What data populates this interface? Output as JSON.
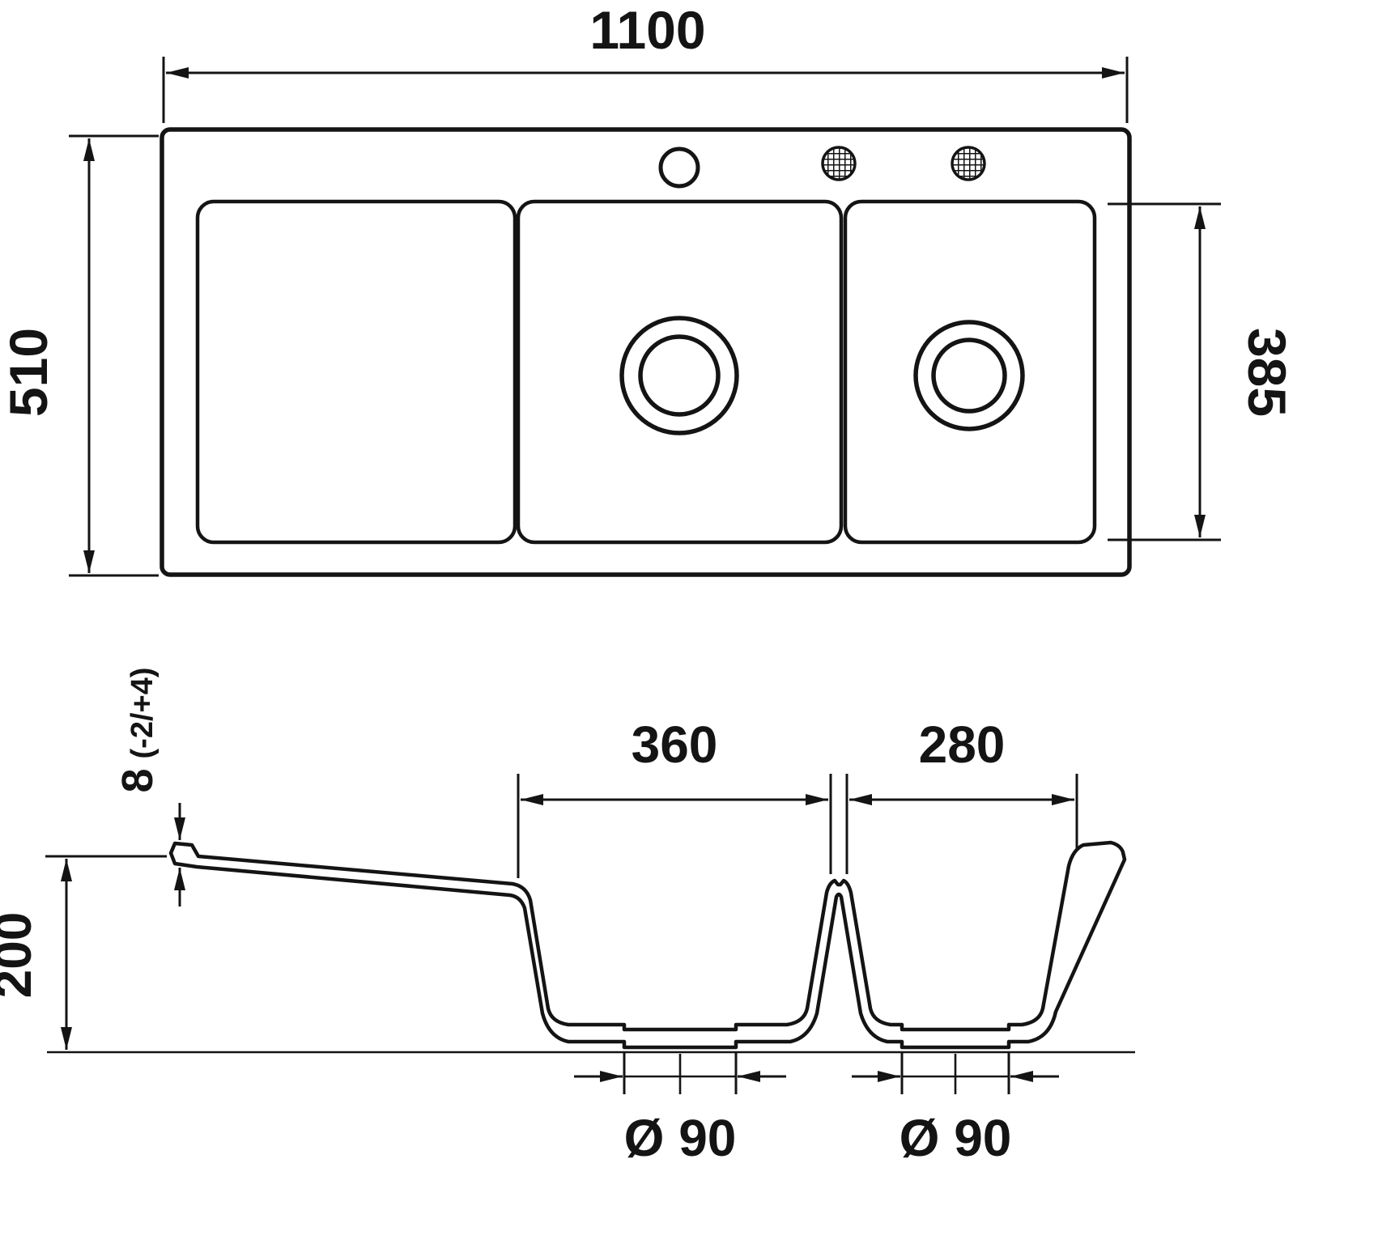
{
  "colors": {
    "ink": "#141414",
    "paper": "#ffffff"
  },
  "top_view": {
    "overall_width": "1100",
    "overall_depth": "510",
    "bowl_inner_depth": "385"
  },
  "section_view": {
    "bowl1_opening_width": "360",
    "bowl2_opening_width": "280",
    "rim_thickness": "8",
    "rim_thickness_tolerance": "(-2/+4)",
    "overall_height": "200",
    "drain1_diameter": "Ø 90",
    "drain2_diameter": "Ø 90"
  }
}
